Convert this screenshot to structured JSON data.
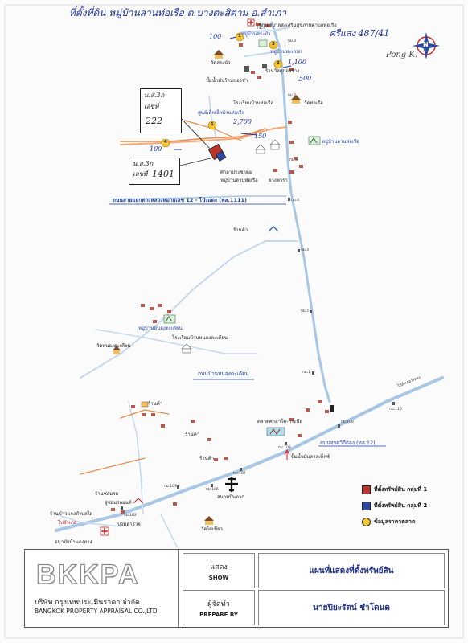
{
  "header": {
    "handwritten_title": "ที่ตั้งที่ดิน หมู่บ้านลานท่อเรือ ต.บางตะสิตาม อ.สำเภา",
    "handwritten_ref": "ศรีแสง 487/41",
    "signature": "Pong K."
  },
  "compass": {
    "letter": "N"
  },
  "deed_boxes": [
    {
      "line1": "น.ส.3ก",
      "line2": "เลขที่",
      "number": "222"
    },
    {
      "line1": "น.ส.3ก",
      "line2": "เลขที่",
      "number": "1401"
    }
  ],
  "handwritten_prices": [
    {
      "text": "100"
    },
    {
      "text": "1,100"
    },
    {
      "text": "500"
    },
    {
      "text": "2,700"
    },
    {
      "text": "150"
    },
    {
      "text": "100"
    }
  ],
  "places": {
    "hospital": "โรงพยาบาลส่งเสริมสุขภาพตำบลท่อเรือ",
    "village_top": "หมู่บ้านสระบัว",
    "village_top2": "หมู่บ้านทะเลบก",
    "temple_top": "วัดสระบัว",
    "shop_top": "ร้านวัสดุก่อสร้าง",
    "gas_station": "ปั๊มน้ำมันร้านของชำ",
    "school_top": "โรงเรียนบ้านท่อเรือ",
    "childcare": "ศูนย์เด็กเล็กบ้านท่อเรือ",
    "temple_right": "วัดท่อเรือ",
    "village_right": "หมู่บ้านลานท่อเรือ",
    "office": "ศาลาประชาคม",
    "village_center": "หมู่บ้านลานท่อเรือ",
    "rubber": "ยางพารา",
    "road_main": "ถนนสายแยกทางหลวงหมายเลข 12 - โป่งแดง (ทล.1111)",
    "store_mid": "ร้านค้า",
    "village_mid": "หมู่บ้านหนองตะเคียน",
    "school_mid": "โรงเรียนบ้านหนองตะเคียน",
    "temple_mid": "วัดหนองตะเคียน",
    "road_mid": "ถนนบ้านหนองตะเคียน",
    "direction": "ไปอำเภอวังทอง",
    "store_low": "ร้านค้า",
    "store_low2": "ร้านค้า",
    "store_low3": "ร้านค้า",
    "market": "ตลาดศาลาโค-กระบือ",
    "gas_low": "ปั๊มน้ำมันคาลเท็กซ์",
    "road_12": "ถนนจรดวิถีถ่อง (ทล.12)",
    "airport": "สนามบินตาก",
    "repair": "ร้านซ่อมรถ",
    "garage": "อู่ซ่อมรถยนต์",
    "school_low": "ร้านข้าวแกงตำบลไผ่",
    "clinic": "ป้อมตำรวจ",
    "temple_low": "วัดไผ่เขียว",
    "hospital_low": "อนามัยบ้านดงยาง",
    "direction2": "ไปอำเภอ"
  },
  "km_markers": [
    "กม.9",
    "กม.8",
    "กม.7",
    "กม.5",
    "กม.4",
    "กม.3",
    "กม.2",
    "กม.1",
    "กม.110",
    "กม.109",
    "กม.108",
    "กม.107",
    "กม.106",
    "กม.103",
    "กม.102"
  ],
  "num_markers": [
    "1",
    "2",
    "3",
    "1",
    "4"
  ],
  "legend": {
    "items": [
      {
        "label": "ที่ตั้งทรัพย์สิน กลุ่มที่ 1",
        "color": "#b9342c"
      },
      {
        "label": "ที่ตั้งทรัพย์สิน กลุ่มที่ 2",
        "color": "#2b4aa0"
      },
      {
        "label": "ข้อมูลราคาตลาด",
        "color": "#f4c430"
      }
    ]
  },
  "footer": {
    "logo": "BKKPA",
    "company_th": "บริษัท กรุงเทพประเมินราคา จำกัด",
    "company_en": "BANGKOK PROPERTY APPRAISAL CO.,LTD",
    "show_th": "แสดง",
    "show_en": "SHOW",
    "show_value": "แผนที่แสดงที่ตั้งทรัพย์สิน",
    "prepare_th": "ผู้จัดทำ",
    "prepare_en": "PREPARE BY",
    "prepare_value": "นายปิยะรัตน์ ชำโดนด"
  },
  "colors": {
    "road": "#a8c6e6",
    "road_dark": "#7da7d3",
    "property1": "#b9342c",
    "property2": "#2b4aa0",
    "market": "#f4c430",
    "hand_ink": "#1b2f9e",
    "house": "#b85a4c",
    "orange_road": "#e58b4c"
  }
}
